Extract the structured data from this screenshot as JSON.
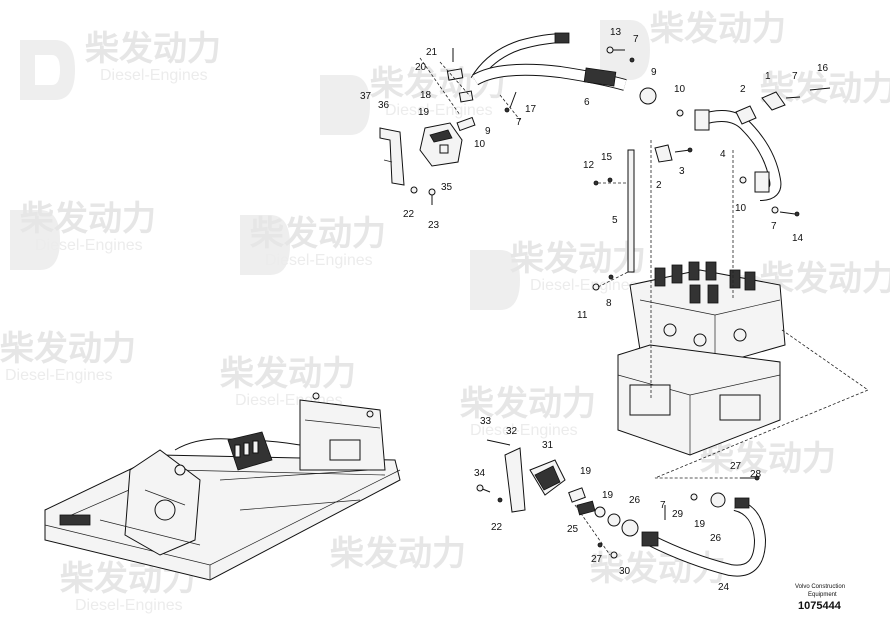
{
  "watermark": {
    "brand_cn": "柴发动力",
    "brand_en": "Diesel-Engines"
  },
  "footer": {
    "company": "Volvo Construction",
    "company_line2": "Equipment",
    "doc_number": "1075444"
  },
  "part_labels": [
    {
      "id": "21",
      "text": "21"
    },
    {
      "id": "20",
      "text": "20"
    },
    {
      "id": "18",
      "text": "18"
    },
    {
      "id": "19a",
      "text": "19"
    },
    {
      "id": "37",
      "text": "37"
    },
    {
      "id": "36",
      "text": "36"
    },
    {
      "id": "35",
      "text": "35"
    },
    {
      "id": "22a",
      "text": "22"
    },
    {
      "id": "23",
      "text": "23"
    },
    {
      "id": "9a",
      "text": "9"
    },
    {
      "id": "10a",
      "text": "10"
    },
    {
      "id": "17",
      "text": "17"
    },
    {
      "id": "7a",
      "text": "7"
    },
    {
      "id": "13",
      "text": "13"
    },
    {
      "id": "7b",
      "text": "7"
    },
    {
      "id": "9b",
      "text": "9"
    },
    {
      "id": "6",
      "text": "6"
    },
    {
      "id": "10b",
      "text": "10"
    },
    {
      "id": "2a",
      "text": "2"
    },
    {
      "id": "1",
      "text": "1"
    },
    {
      "id": "7c",
      "text": "7"
    },
    {
      "id": "16",
      "text": "16"
    },
    {
      "id": "4",
      "text": "4"
    },
    {
      "id": "12",
      "text": "12"
    },
    {
      "id": "15",
      "text": "15"
    },
    {
      "id": "2b",
      "text": "2"
    },
    {
      "id": "3",
      "text": "3"
    },
    {
      "id": "10c",
      "text": "10"
    },
    {
      "id": "7d",
      "text": "7"
    },
    {
      "id": "14",
      "text": "14"
    },
    {
      "id": "5",
      "text": "5"
    },
    {
      "id": "8",
      "text": "8"
    },
    {
      "id": "11",
      "text": "11"
    },
    {
      "id": "33",
      "text": "33"
    },
    {
      "id": "32",
      "text": "32"
    },
    {
      "id": "31",
      "text": "31"
    },
    {
      "id": "34",
      "text": "34"
    },
    {
      "id": "22b",
      "text": "22"
    },
    {
      "id": "19b",
      "text": "19"
    },
    {
      "id": "25",
      "text": "25"
    },
    {
      "id": "19c",
      "text": "19"
    },
    {
      "id": "26a",
      "text": "26"
    },
    {
      "id": "27a",
      "text": "27"
    },
    {
      "id": "29",
      "text": "29"
    },
    {
      "id": "30",
      "text": "30"
    },
    {
      "id": "27b",
      "text": "27"
    },
    {
      "id": "28",
      "text": "28"
    },
    {
      "id": "19d",
      "text": "19"
    },
    {
      "id": "26b",
      "text": "26"
    },
    {
      "id": "24",
      "text": "24"
    }
  ]
}
